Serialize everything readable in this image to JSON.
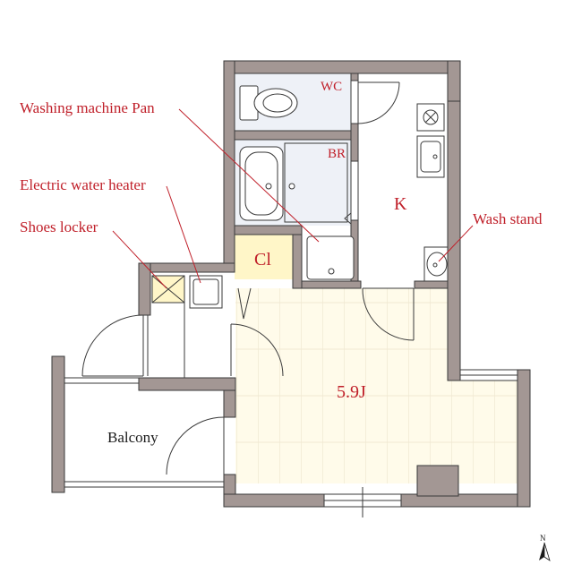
{
  "labels": {
    "wc": "WC",
    "br": "BR",
    "kitchen": "K",
    "closet": "Cl",
    "main_room": "5.9J",
    "balcony": "Balcony",
    "washing_machine_pan": "Washing machine Pan",
    "electric_water_heater": "Electric water heater",
    "shoes_locker": "Shoes locker",
    "wash_stand": "Wash stand"
  },
  "compass": {
    "letter": "N"
  },
  "colors": {
    "wall": "#a39794",
    "wall_edge": "#3a3a3a",
    "floor": "#fffbea",
    "wet_area": "#eef1f7",
    "closet": "#fff6c8",
    "label_red": "#c0202a",
    "label_dark": "#1a1a1a"
  }
}
